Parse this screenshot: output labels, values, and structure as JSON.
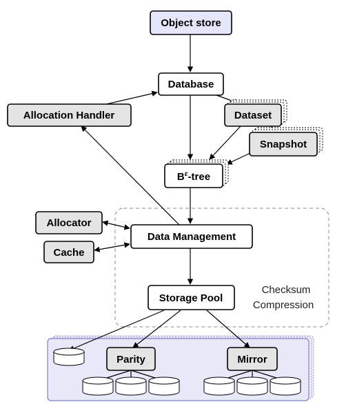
{
  "nodes": {
    "object_store": "Object store",
    "database": "Database",
    "allocation_handler": "Allocation Handler",
    "dataset": "Dataset",
    "snapshot": "Snapshot",
    "betree_base": "B",
    "betree_sup": "ε",
    "betree_suffix": "-tree",
    "allocator": "Allocator",
    "data_management": "Data Management",
    "cache": "Cache",
    "storage_pool": "Storage Pool",
    "parity": "Parity",
    "mirror": "Mirror"
  },
  "annotations": {
    "checksum": "Checksum",
    "compression": "Compression"
  },
  "colors": {
    "object_store_fill": "#e6e6fb",
    "gray_fill": "#e4e4e4",
    "white_fill": "#ffffff",
    "pool_fill": "#e8e8f8",
    "pool_stroke": "#8080c8",
    "dashed_region": "#888888"
  }
}
